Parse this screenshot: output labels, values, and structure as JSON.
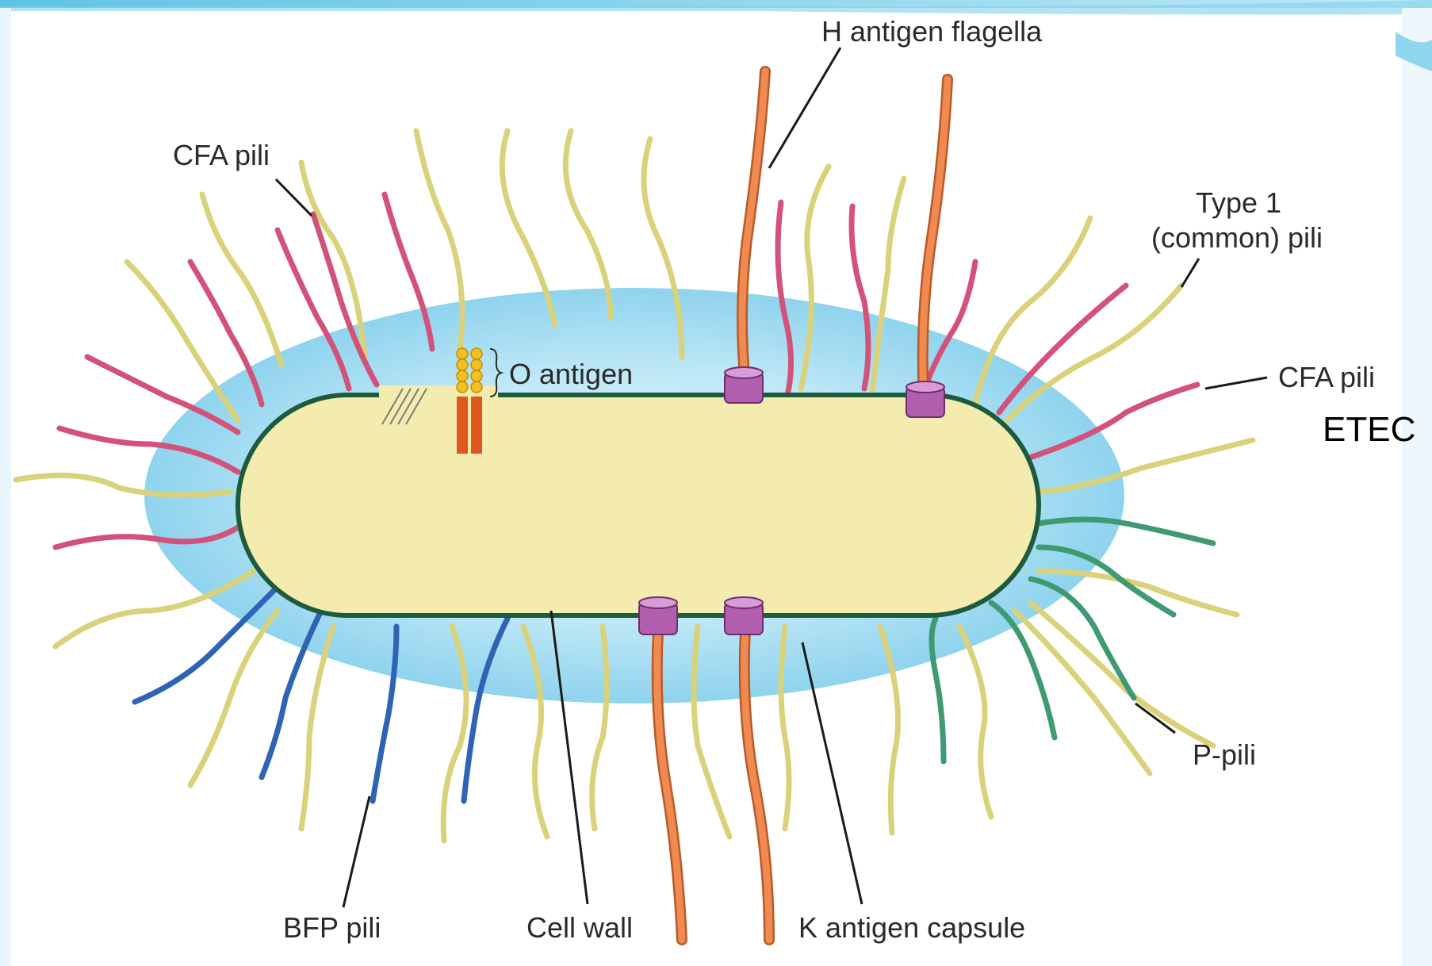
{
  "diagram": {
    "labels": {
      "h_antigen": "H antigen flagella",
      "cfa_top_left": "CFA pili",
      "type1_line1": "Type 1",
      "type1_line2": "(common) pili",
      "cfa_right": "CFA pili",
      "etec": "ETEC",
      "o_antigen": "O antigen",
      "p_pili": "P-pili",
      "bfp": "BFP pili",
      "cell_wall": "Cell wall",
      "k_antigen": "K antigen capsule"
    },
    "colors": {
      "type1_pili": "#d9d27a",
      "cfa_pili": "#d2527a",
      "bfp_pili": "#2f63b5",
      "p_pili": "#3f9a72",
      "flagella": "#f08a50",
      "flagella_base": "#b25fb0",
      "cell_body": "#f4ecae",
      "cell_wall": "#1d5a3e",
      "capsule": "#a9dff2",
      "o_antigen_dots": "#f2c020",
      "o_antigen_stalk": "#e0561f"
    }
  }
}
